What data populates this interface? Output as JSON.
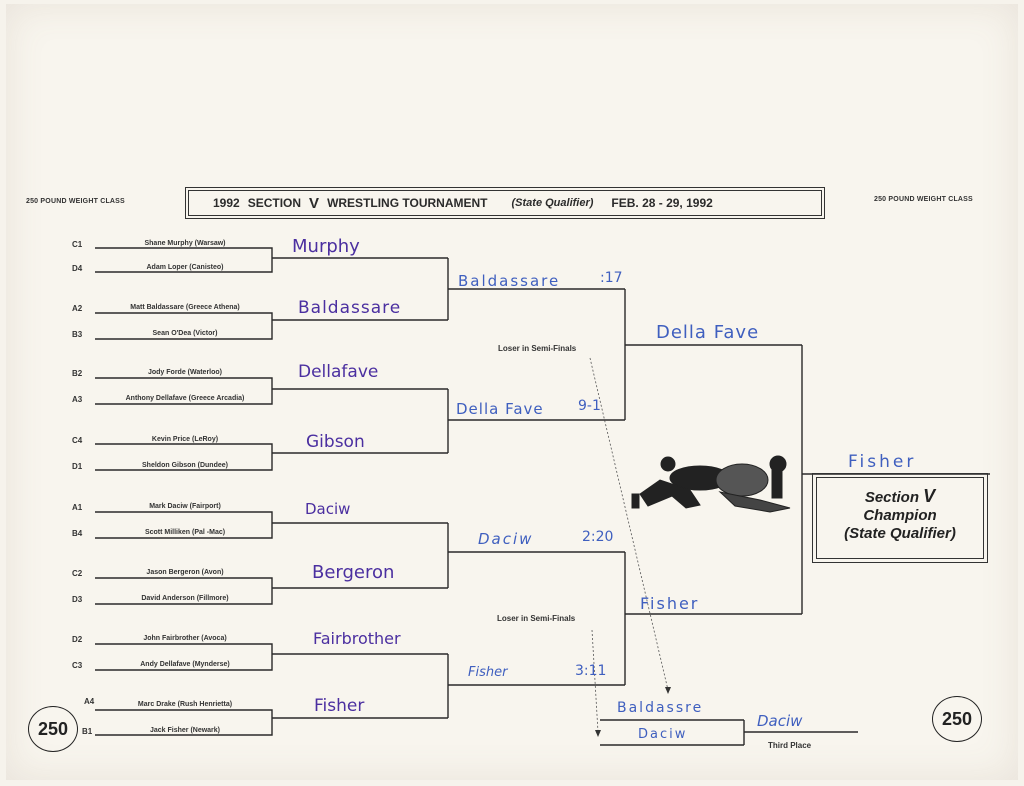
{
  "header": {
    "weight_class_left": "250 POUND WEIGHT CLASS",
    "weight_class_right": "250 POUND WEIGHT CLASS",
    "year": "1992",
    "section": "SECTION",
    "section_numeral": "V",
    "tournament": "WRESTLING TOURNAMENT",
    "qualifier": "(State Qualifier)",
    "dates": "FEB. 28 - 29, 1992"
  },
  "entrants": [
    {
      "seed": "C1",
      "name": "Shane Murphy (Warsaw)"
    },
    {
      "seed": "D4",
      "name": "Adam Loper (Canisteo)"
    },
    {
      "seed": "A2",
      "name": "Matt Baldassare (Greece Athena)"
    },
    {
      "seed": "B3",
      "name": "Sean O'Dea (Victor)"
    },
    {
      "seed": "B2",
      "name": "Jody Forde (Waterloo)"
    },
    {
      "seed": "A3",
      "name": "Anthony Dellafave (Greece Arcadia)"
    },
    {
      "seed": "C4",
      "name": "Kevin Price (LeRoy)"
    },
    {
      "seed": "D1",
      "name": "Sheldon Gibson (Dundee)"
    },
    {
      "seed": "A1",
      "name": "Mark Daciw (Fairport)"
    },
    {
      "seed": "B4",
      "name": "Scott Milliken (Pal -Mac)"
    },
    {
      "seed": "C2",
      "name": "Jason Bergeron (Avon)"
    },
    {
      "seed": "D3",
      "name": "David Anderson (Fillmore)"
    },
    {
      "seed": "D2",
      "name": "John Fairbrother (Avoca)"
    },
    {
      "seed": "C3",
      "name": "Andy Dellafave (Mynderse)"
    },
    {
      "seed": "A4",
      "name": "Marc Drake (Rush Henrietta)"
    },
    {
      "seed": "B1",
      "name": "Jack Fisher (Newark)"
    }
  ],
  "round1_winners": [
    "Murphy",
    "Baldassare",
    "Dellafave",
    "Gibson",
    "Daciw",
    "Bergeron",
    "Fairbrother",
    "Fisher"
  ],
  "quarterfinal_results": [
    {
      "winner": "Baldassare",
      "score": ":17"
    },
    {
      "winner": "Della Fave",
      "score": "9-1"
    },
    {
      "winner": "Daciw",
      "score": "2:20"
    },
    {
      "winner": "Fisher",
      "score": "3:11"
    }
  ],
  "semifinal_winners": [
    "Della Fave",
    "Fisher"
  ],
  "champion": "Fisher",
  "loser_label_top": "Loser in Semi-Finals",
  "loser_label_bottom": "Loser in Semi-Finals",
  "champion_box": {
    "line1": "Section",
    "numeral": "V",
    "line2": "Champion",
    "line3": "(State Qualifier)"
  },
  "third_place": {
    "entrant_top": "Baldassre",
    "entrant_bottom": "Daciw",
    "winner": "Daciw",
    "label": "Third Place"
  },
  "corner_badge_left": "250",
  "corner_badge_right": "250",
  "colors": {
    "paper": "#f6f3ec",
    "ink_purple": "#4b2fa0",
    "ink_blue": "#3f5fbf",
    "print": "#2a2a2a"
  }
}
